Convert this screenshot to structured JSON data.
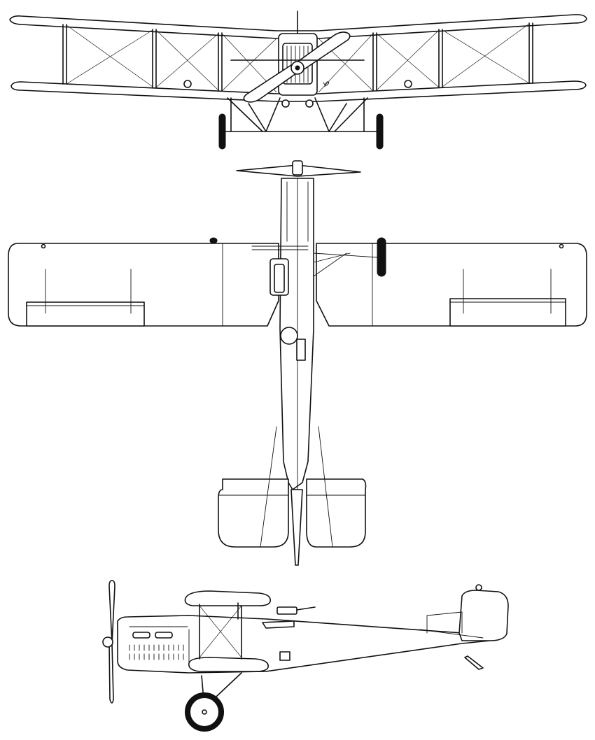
{
  "drawing": {
    "views": [
      {
        "id": "front",
        "label": ""
      },
      {
        "id": "top",
        "label": ""
      },
      {
        "id": "side",
        "label": ""
      }
    ],
    "colors": {
      "line": "#111111",
      "background": "#ffffff"
    }
  }
}
